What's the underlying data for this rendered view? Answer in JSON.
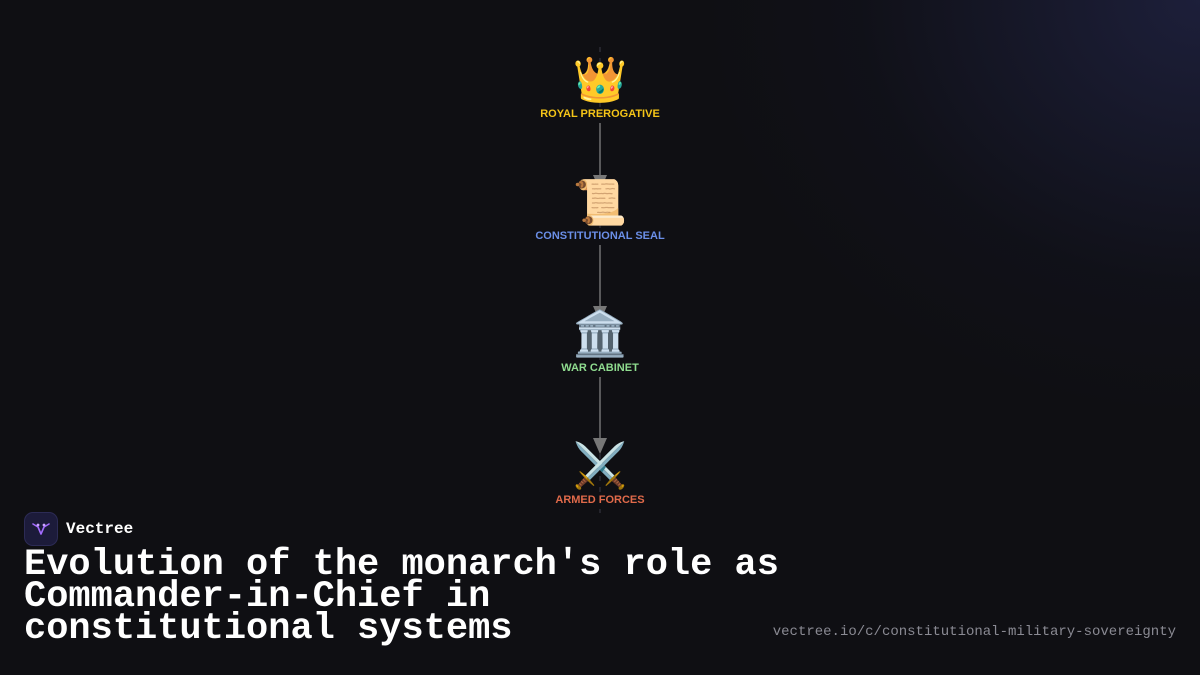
{
  "brand": {
    "name": "Vectree",
    "logo_icon": "vectree-logo-icon"
  },
  "title": "Evolution of the monarch's role as Commander-in-Chief in constitutional systems",
  "url": "vectree.io/c/constitutional-military-sovereignty",
  "colors": {
    "background": "#0f0f13",
    "connector": "#8a8a8a",
    "arrowhead": "#777777",
    "brand_accent": "#a36bff"
  },
  "diagram": {
    "type": "flow",
    "direction": "top-to-bottom",
    "nodes": [
      {
        "id": "royal",
        "icon": "👑",
        "icon_name": "crown-icon",
        "label": "ROYAL PREROGATIVE",
        "color": "#f5c518"
      },
      {
        "id": "seal",
        "icon": "📜",
        "icon_name": "scroll-icon",
        "label": "CONSTITUTIONAL SEAL",
        "color": "#6b8fe8"
      },
      {
        "id": "cabinet",
        "icon": "🏛️",
        "icon_name": "classical-building-icon",
        "label": "WAR CABINET",
        "color": "#8fdc8f"
      },
      {
        "id": "forces",
        "icon": "⚔️",
        "icon_name": "crossed-swords-icon",
        "label": "ARMED FORCES",
        "color": "#e06a4a"
      }
    ],
    "edges": [
      {
        "from": "royal",
        "to": "seal"
      },
      {
        "from": "seal",
        "to": "cabinet"
      },
      {
        "from": "cabinet",
        "to": "forces"
      }
    ]
  }
}
